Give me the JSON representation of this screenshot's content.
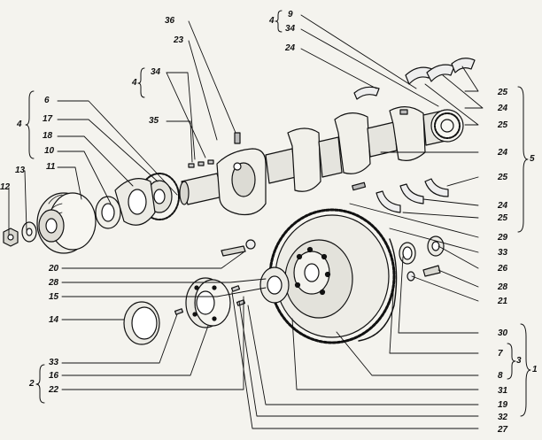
{
  "diagram": {
    "callouts": [
      {
        "id": "c36",
        "text": "36"
      },
      {
        "id": "c23",
        "text": "23"
      },
      {
        "id": "c9",
        "text": "9"
      },
      {
        "id": "c34top",
        "text": "34"
      },
      {
        "id": "c24a",
        "text": "24"
      },
      {
        "id": "c34b",
        "text": "34"
      },
      {
        "id": "c6",
        "text": "6"
      },
      {
        "id": "c17",
        "text": "17"
      },
      {
        "id": "c18",
        "text": "18"
      },
      {
        "id": "c10",
        "text": "10"
      },
      {
        "id": "c11",
        "text": "11"
      },
      {
        "id": "c13",
        "text": "13"
      },
      {
        "id": "c12",
        "text": "12"
      },
      {
        "id": "c35",
        "text": "35"
      },
      {
        "id": "c25a",
        "text": "25"
      },
      {
        "id": "c24b",
        "text": "24"
      },
      {
        "id": "c25b",
        "text": "25"
      },
      {
        "id": "c24c",
        "text": "24"
      },
      {
        "id": "c25c",
        "text": "25"
      },
      {
        "id": "c24d",
        "text": "24"
      },
      {
        "id": "c25d",
        "text": "25"
      },
      {
        "id": "c29",
        "text": "29"
      },
      {
        "id": "c33a",
        "text": "33"
      },
      {
        "id": "c26",
        "text": "26"
      },
      {
        "id": "c28a",
        "text": "28"
      },
      {
        "id": "c21",
        "text": "21"
      },
      {
        "id": "c20",
        "text": "20"
      },
      {
        "id": "c28b",
        "text": "28"
      },
      {
        "id": "c15",
        "text": "15"
      },
      {
        "id": "c14",
        "text": "14"
      },
      {
        "id": "c30",
        "text": "30"
      },
      {
        "id": "c7",
        "text": "7"
      },
      {
        "id": "c8",
        "text": "8"
      },
      {
        "id": "c33b",
        "text": "33"
      },
      {
        "id": "c16",
        "text": "16"
      },
      {
        "id": "c22",
        "text": "22"
      },
      {
        "id": "c31",
        "text": "31"
      },
      {
        "id": "c19",
        "text": "19"
      },
      {
        "id": "c32",
        "text": "32"
      },
      {
        "id": "c27",
        "text": "27"
      }
    ],
    "groups": [
      {
        "id": "g4a",
        "text": "4"
      },
      {
        "id": "g4b",
        "text": "4"
      },
      {
        "id": "g4c",
        "text": "4"
      },
      {
        "id": "g5",
        "text": "5"
      },
      {
        "id": "g2",
        "text": "2"
      },
      {
        "id": "g3",
        "text": "3"
      },
      {
        "id": "g1",
        "text": "1"
      }
    ]
  }
}
